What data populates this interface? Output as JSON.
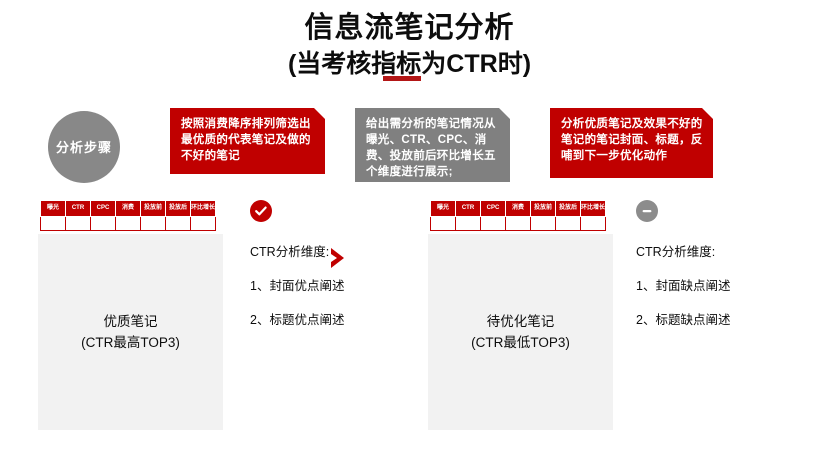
{
  "title": {
    "line1": "信息流笔记分析",
    "line2": "(当考核指标为CTR时)"
  },
  "flow": {
    "start_circle": "分析步骤",
    "steps": [
      {
        "text": "按照消费降序排列筛选出最优质的代表笔记及做的不好的笔记",
        "color": "#c00000",
        "style": "red"
      },
      {
        "text": "给出需分析的笔记情况从曝光、CTR、CPC、消费、投放前后环比增长五个维度进行展示;",
        "color": "#808080",
        "style": "gray"
      },
      {
        "text": "分析优质笔记及效果不好的笔记的笔记封面、标题，反哺到下一步优化动作",
        "color": "#c00000",
        "style": "red"
      }
    ]
  },
  "table_headers": [
    "曝光",
    "CTR",
    "CPC",
    "消费",
    "投放前",
    "投放后",
    "环比增长"
  ],
  "panels": [
    {
      "card_title": "优质笔记",
      "card_subtitle": "(CTR最高TOP3)",
      "status_icon": "check-circle-icon",
      "status_color": "#c00000",
      "annotation_heading": "CTR分析维度:",
      "annotation_items": [
        "1、封面优点阐述",
        "2、标题优点阐述"
      ]
    },
    {
      "card_title": "待优化笔记",
      "card_subtitle": "(CTR最低TOP3)",
      "status_icon": "minus-circle-icon",
      "status_color": "#8c8c8c",
      "annotation_heading": "CTR分析维度:",
      "annotation_items": [
        "1、封面缺点阐述",
        "2、标题缺点阐述"
      ]
    }
  ],
  "colors": {
    "accent_red": "#c00000",
    "gray": "#808080",
    "card_bg": "#f2f2f2",
    "title_underline": "#b31616"
  }
}
